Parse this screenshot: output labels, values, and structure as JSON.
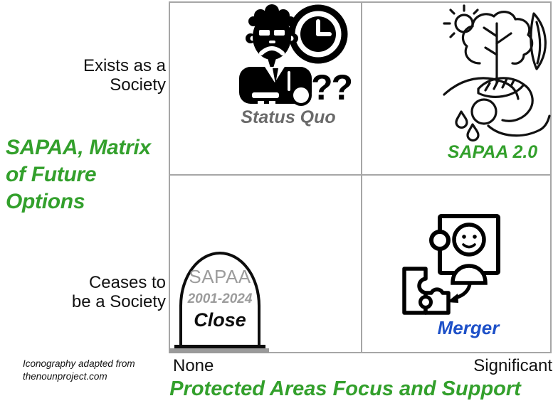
{
  "matrix_title": "SAPAA, Matrix\nof Future\nOptions",
  "y_axis": {
    "top_label": "Exists as a\nSociety",
    "bottom_label": "Ceases to\nbe a Society"
  },
  "x_axis": {
    "left_label": "None",
    "right_label": "Significant",
    "title": "Protected Areas Focus and Support"
  },
  "quadrants": {
    "status_quo": {
      "label": "Status Quo",
      "icon": "frowning-man-clock-questions-icon",
      "questions_glyph": "??"
    },
    "sapaa20": {
      "label": "SAPAA 2.0",
      "icon": "tree-planting-growth-icon"
    },
    "close": {
      "label": "Close",
      "icon": "tombstone-icon",
      "tombstone_name": "SAPAA",
      "tombstone_years": "2001-2024"
    },
    "merger": {
      "label": "Merger",
      "icon": "puzzle-pieces-joining-icon"
    }
  },
  "attribution": "Iconography adapted from\nthenounproject.com",
  "colors": {
    "green": "#33a02c",
    "blue": "#1d50c8",
    "sq-gray": "#6a6a6a",
    "stone-gray": "#9c9c9c",
    "grid-gray": "#a6a6a6",
    "ink": "#0d0d0d"
  }
}
